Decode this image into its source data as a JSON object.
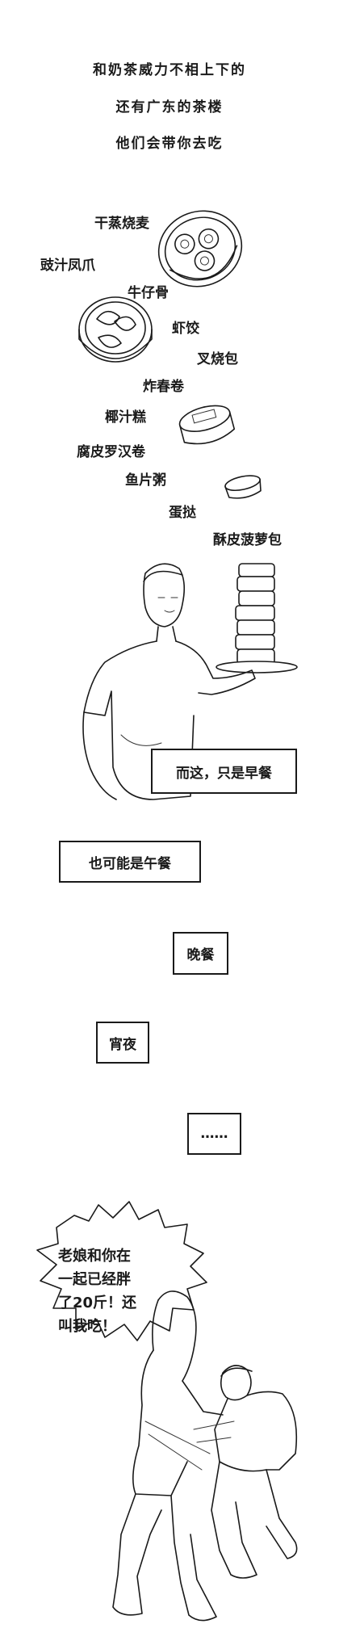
{
  "intro": {
    "line1": "和奶茶威力不相上下的",
    "line2": "还有广东的茶楼",
    "line3": "他们会带你去吃"
  },
  "dishes": [
    "干蒸烧麦",
    "豉汁凤爪",
    "牛仔骨",
    "虾饺",
    "叉烧包",
    "炸春卷",
    "椰汁糕",
    "腐皮罗汉卷",
    "鱼片粥",
    "蛋挞",
    "酥皮菠萝包"
  ],
  "meals": {
    "breakfast": "而这，只是早餐",
    "lunch": "也可能是午餐",
    "dinner": "晚餐",
    "late_night": "宵夜",
    "ellipsis": "……"
  },
  "speech": {
    "line1": "老娘和你在",
    "line2": "一起已经胖",
    "line3": "了20斤！还",
    "line4": "叫我吃！"
  }
}
